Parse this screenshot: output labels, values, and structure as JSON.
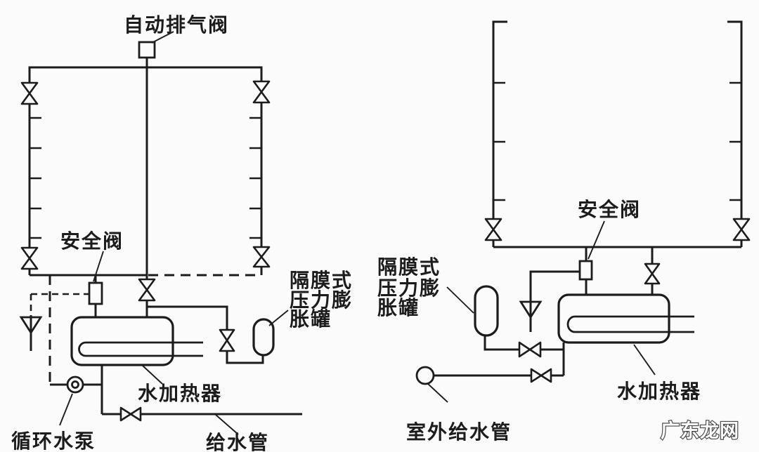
{
  "colors": {
    "background": "#fbfbfb",
    "line": "#1c1c1c",
    "watermark_fill": "#ffffff",
    "watermark_stroke": "#4a4a4a"
  },
  "left_diagram": {
    "labels": {
      "auto_air_vent": "自动排气阀",
      "safety_valve": "安全阀",
      "expansion_tank": [
        "隔膜式",
        "压力膨",
        "胀罐"
      ],
      "water_heater": "水加热器",
      "circulation_pump": "循环水泵",
      "supply_pipe": "给水管"
    }
  },
  "right_diagram": {
    "labels": {
      "safety_valve": "安全阀",
      "expansion_tank": [
        "隔膜式",
        "压力膨",
        "胀罐"
      ],
      "water_heater": "水加热器",
      "outdoor_supply_pipe": "室外给水管"
    }
  },
  "watermark": "广东龙网",
  "symbols": {
    "square": "automatic-air-vent-valve",
    "bowtie": "gate-valve",
    "tall-rect": "safety-valve",
    "open-triangle-with-stem": "drain-funnel",
    "rounded-rect-with-u-tube": "water-heater",
    "capsule": "diaphragm-expansion-tank",
    "double-circle": "circulation-pump",
    "small-circle": "outdoor-supply-connection"
  }
}
